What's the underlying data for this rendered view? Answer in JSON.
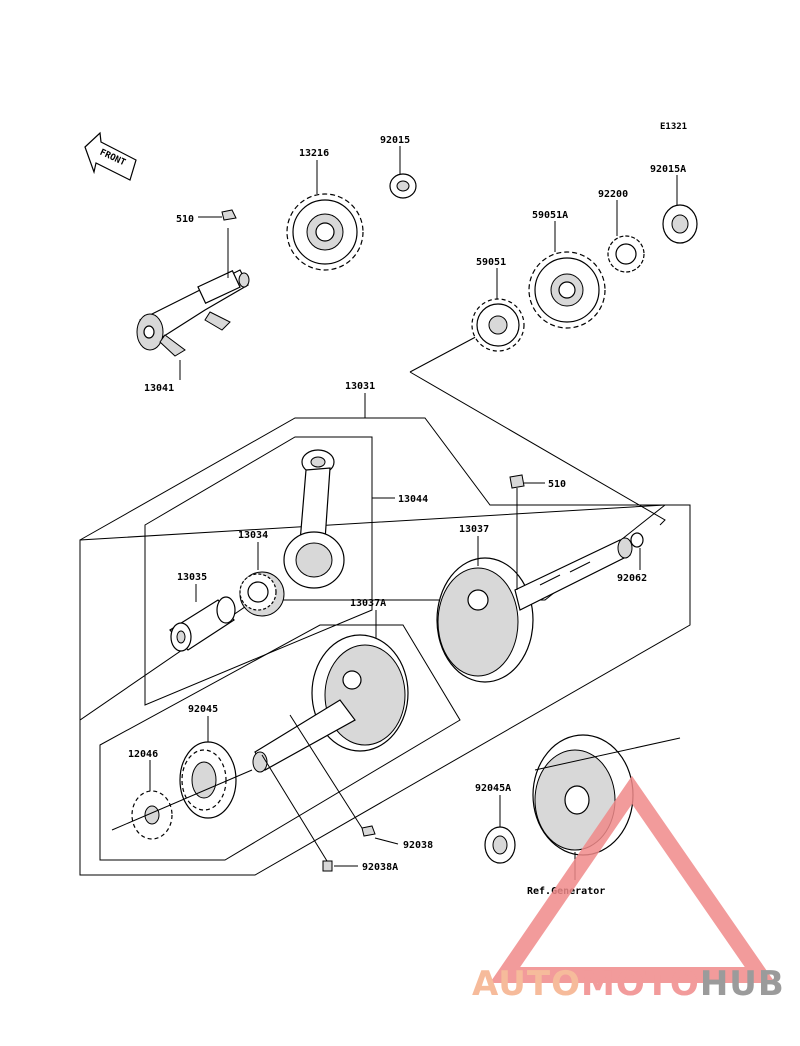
{
  "diagram_code": "E1321",
  "front_label": "FRONT",
  "reference_text": "Ref.Generator",
  "parts": [
    {
      "id": "13216"
    },
    {
      "id": "92015"
    },
    {
      "id": "510"
    },
    {
      "id": "13041"
    },
    {
      "id": "59051A"
    },
    {
      "id": "92200"
    },
    {
      "id": "92015A"
    },
    {
      "id": "59051"
    },
    {
      "id": "13031"
    },
    {
      "id": "13044"
    },
    {
      "id": "510"
    },
    {
      "id": "13037"
    },
    {
      "id": "13034"
    },
    {
      "id": "92062"
    },
    {
      "id": "13035"
    },
    {
      "id": "13037A"
    },
    {
      "id": "92045"
    },
    {
      "id": "12046"
    },
    {
      "id": "92045A"
    },
    {
      "id": "92038"
    },
    {
      "id": "92038A"
    }
  ],
  "watermark": {
    "part_a": "AUTO",
    "part_b": "MOTO",
    "part_c": "HUB",
    "color_a": "#f5b08a",
    "color_b": "#f08a8a",
    "color_c": "#8a8a8a",
    "triangle_color": "#f08a8a"
  }
}
